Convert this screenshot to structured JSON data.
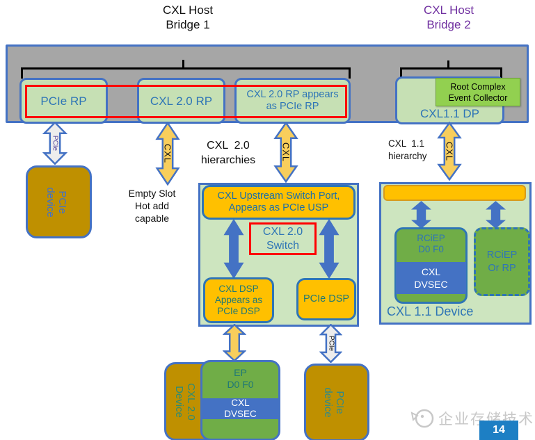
{
  "titles": {
    "bridge1": "CXL Host\nBridge 1",
    "bridge2": "CXL Host\nBridge 2"
  },
  "host_bridge_1": {
    "pcie_rp": "PCIe RP",
    "cxl20_rp": "CXL 2.0 RP",
    "cxl20_rp_appears": "CXL 2.0 RP appears\nas PCIe RP"
  },
  "host_bridge_2": {
    "rcec": "Root Complex\nEvent Collector",
    "cxl11_dp": "CXL1.1 DP"
  },
  "labels": {
    "cxl20_hierarchies": "CXL  2.0\nhierarchies",
    "cxl11_hierarchy": "CXL  1.1\nhierarchy",
    "empty_slot": "Empty Slot\nHot add\ncapable"
  },
  "arrows": {
    "pcie": "PCIe",
    "cxl": "CXL"
  },
  "switch": {
    "usp": "CXL Upstream Switch Port,\nAppears as PCIe USP",
    "switch_label": "CXL 2.0\nSwitch",
    "cxl_dsp": "CXL DSP\nAppears as\nPCIe DSP",
    "pcie_dsp": "PCIe DSP"
  },
  "devices": {
    "pcie_device_top": "PCIe\ndevice",
    "cxl20_device": "CXL 2.0\nDevice",
    "ep": "EP\nD0 F0",
    "ep_dvsec": "CXL\nDVSEC",
    "pcie_device_bottom": "PCIe\ndevice"
  },
  "cxl11_device": {
    "rciep": "RCiEP\nD0 F0",
    "dvsec": "CXL\nDVSEC",
    "rciep_or_rp": "RCiEP\nOr RP",
    "label": "CXL 1.1 Device"
  },
  "footer": {
    "watermark": "企业存储技术",
    "page": "14"
  },
  "colors": {
    "panel_gray": "#A6A6A6",
    "border_blue": "#4472C4",
    "box_light_green": "#C6E0B4",
    "box_yellow": "#FFC000",
    "arrow_yellow": "#F8CE5C",
    "device_olive": "#BF9000",
    "box_green": "#70AD47",
    "rcec_green": "#92D050",
    "highlight_red": "#FF0000",
    "text_blue": "#2E75B6",
    "text_teal": "#1F7876",
    "title2_purple": "#7030A0",
    "page_badge_blue": "#1D7FC4"
  }
}
